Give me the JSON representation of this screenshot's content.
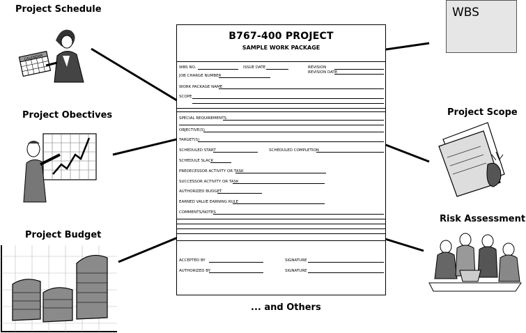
{
  "labels": {
    "project_schedule": "Project Schedule",
    "project_objectives": "Project Obectives",
    "project_budget": "Project Budget",
    "project_scope": "Project Scope",
    "risk_assessment": "Risk Assessment",
    "wbs": "WBS",
    "others": "... and Others"
  },
  "form": {
    "title": "B767-400 PROJECT",
    "subtitle": "SAMPLE WORK PACKAGE",
    "fields": {
      "wbs_no": "WBS NO.",
      "issue_date": "ISSUE DATE",
      "revision": "REVISION",
      "revision_date": "REVISION DATE",
      "job_charge_number": "JOB CHARGE NUMBER",
      "work_package_name": "WORK PACKAGE NAME",
      "scope": "SCOPE",
      "special_requirements": "SPECIAL REQUIREMENTS",
      "objectives": "OBJECTIVE(S)",
      "targets": "TARGET(S)",
      "scheduled_start": "SCHEDULED START",
      "scheduled_completion": "SCHEDULED COMPLETION",
      "schedule_slack": "SCHEDULE SLACK",
      "predecessor": "PREDECESSOR ACTIVITY OR TASK",
      "successor": "SUCCESSOR ACTIVITY OR TASK",
      "authorized_budget": "AUTHORIZED BUDGET",
      "earned_value": "EARNED VALUE EARNING RULE",
      "comments": "COMMENTS/NOTES",
      "accepted_by": "ACCEPTED BY",
      "authorized_by": "AUTHORIZED BY",
      "signature_1": "SIGNATURE",
      "signature_2": "SIGNATURE"
    }
  },
  "calendar_word": "CALENDAR",
  "colors": {
    "ink": "#000000",
    "wbs_fill": "#e6e6e6",
    "clipart_gray": "#9a9a9a"
  }
}
